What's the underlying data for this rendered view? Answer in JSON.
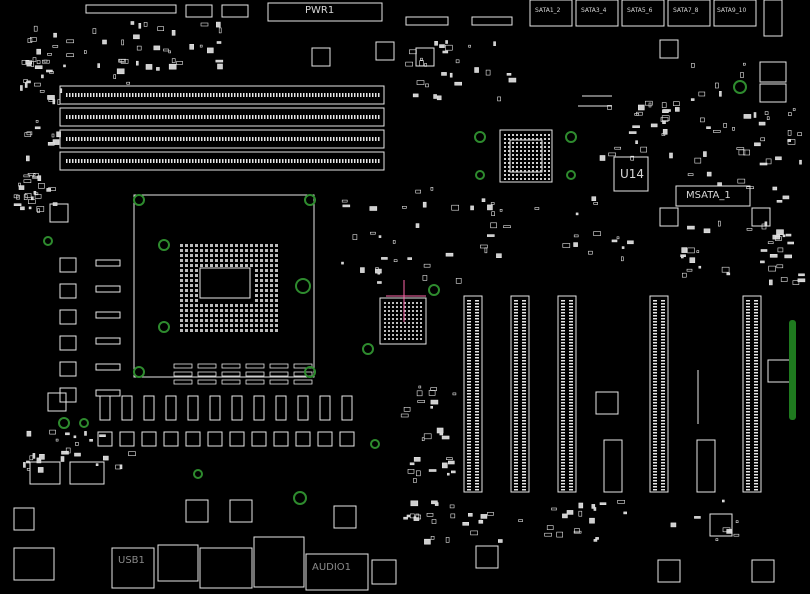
{
  "board": {
    "background": "#000000",
    "silk_color": "#e6e6e6",
    "via_color": "#2e8b2e",
    "highlight_color": "#1f7a1f",
    "accent_pink": "#ff66aa"
  },
  "labels": {
    "pwr1": "PWR1",
    "sata_1_2": "SATA1_2",
    "sata_3_4": "SATA3_4",
    "sata_5_6": "SATA5_6",
    "sata_7_8": "SATA7_8",
    "sata_9_10": "SATA9_10",
    "u14": "U14",
    "msata": "MSATA_1",
    "audio": "AUDIO1",
    "usb": "USB1"
  }
}
